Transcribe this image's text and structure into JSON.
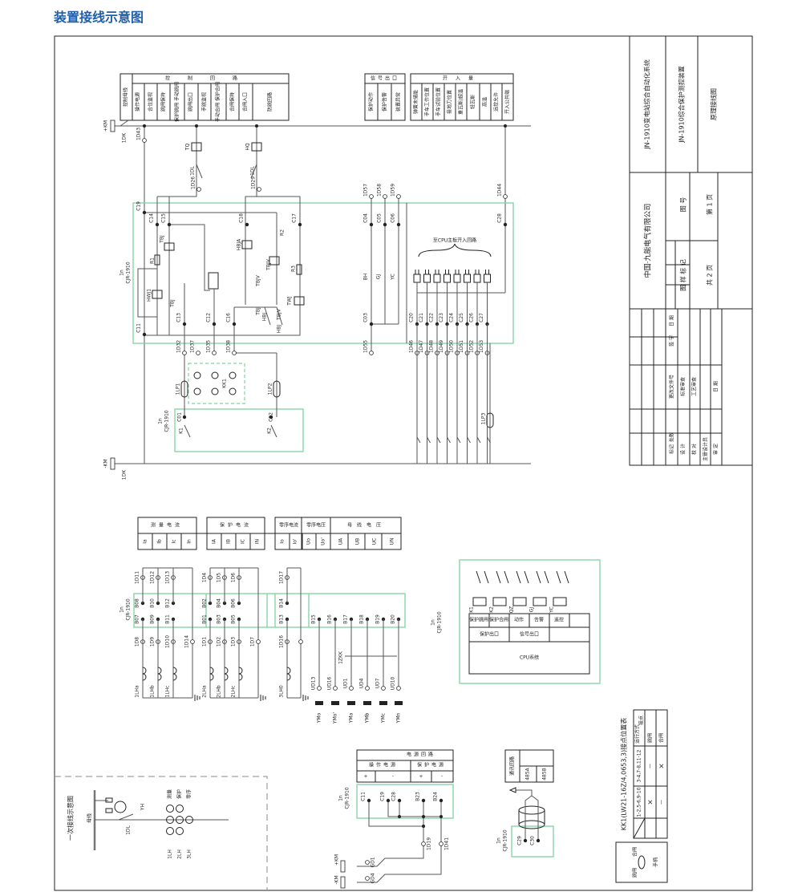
{
  "page_title": "装置接线示意图",
  "title_block": {
    "system": "JN-1910变电站综合自动化系统",
    "device": "JN-1910综合保护测控装置",
    "drawing": "原理接线图",
    "company": "中国·九能电气有限公司",
    "drawing_no_label": "图  号",
    "sample_mark_label": "图 样 标 记",
    "page_current": "第 1 页",
    "page_total": "共 2 页",
    "rev_headers": [
      "标记",
      "处数",
      "更改文件号",
      "签 字",
      "日 期"
    ],
    "roles": [
      "设 计",
      "校 对",
      "主管设计员",
      "审 定"
    ],
    "reviews": [
      "标准审查",
      "工艺审查",
      "日 期"
    ]
  },
  "header_control": {
    "bus_label": "控制母线",
    "group_label": "控制回路",
    "columns": [
      "操作电源",
      "合位监视",
      "跳闸保持",
      "保护跳闸 手动跳闸",
      "跳闸出口",
      "手跳监视",
      "手动合闸 保护合闸",
      "合闸保持",
      "合闸入口",
      "防跳回路"
    ]
  },
  "header_signal": {
    "group_label": "信号出口",
    "columns": [
      "保护动作",
      "保护告警",
      "装置异常"
    ]
  },
  "header_switch": {
    "group_label": "开入量",
    "columns": [
      "弹簧未储能",
      "手车工作位置",
      "手车试验位置",
      "接地刀位置",
      "重瓦斯/超温",
      "轻瓦斯",
      "高温",
      "远控允许",
      "开入公共端"
    ]
  },
  "upper": {
    "bus_pos": "+KM",
    "bus_neg": "-KM",
    "breaker": "1DK",
    "device_label": "1n",
    "device_model": "CJR-1910",
    "cpu_label": "至CPU主板开入回路",
    "terminals_top": [
      "1D43",
      "1D26",
      "1D29",
      "1D57",
      "1D58",
      "1D59",
      "1D44"
    ],
    "terminals_box_top": [
      "C19",
      "C14",
      "C15",
      "C18",
      "C17",
      "C04",
      "C05",
      "C06",
      "C28"
    ],
    "terminals_box_bottom": [
      "C11",
      "C13",
      "C12",
      "C16",
      "C03",
      "C20",
      "C21",
      "C22",
      "C23",
      "C24",
      "C25",
      "C26",
      "C27"
    ],
    "terminals_bottom": [
      "1D32",
      "1D37",
      "1D35",
      "1D38",
      "1D55",
      "1D46",
      "1D47",
      "1D48",
      "1D49",
      "1D50",
      "1D51",
      "1D52",
      "1D53"
    ],
    "components": [
      "TQ",
      "HQ",
      "1DL",
      "1DL",
      "TBJ",
      "R1",
      "HWJ1",
      "TBJ",
      "HBJA",
      "R2",
      "TBJV",
      "TBJV",
      "R3",
      "TWJ",
      "TBJ",
      "TBJV",
      "HBJ",
      "HBJ",
      "BH",
      "GJ",
      "YC"
    ],
    "pressplates": [
      "1LP1",
      "1LP2",
      "KK1",
      "1LP3"
    ],
    "outputs": [
      "C01",
      "C02",
      "K1",
      "K2"
    ]
  },
  "measure_table": {
    "groups": [
      "测量电流",
      "保护电流",
      "零序电流",
      "零序电压",
      "母线电压"
    ],
    "cells": [
      "Ia",
      "Ib",
      "Ic",
      "In",
      "IA",
      "IB",
      "IC",
      "IN",
      "Io",
      "Io'",
      "Uo",
      "Uo'",
      "UA",
      "UB",
      "UC",
      "UN"
    ]
  },
  "measure": {
    "terminals_top": [
      "1D11",
      "1D12",
      "1D13",
      "1D4",
      "1D5",
      "1D6",
      "1D17"
    ],
    "box_row1": [
      "B08",
      "B10",
      "B12",
      "B02",
      "B04",
      "B06",
      "B14"
    ],
    "box_row2": [
      "B07",
      "B09",
      "B11",
      "B01",
      "B03",
      "B05",
      "B13",
      "B15",
      "B16",
      "B17",
      "B18",
      "B19",
      "B20"
    ],
    "terminals_bottom": [
      "1D8",
      "1D9",
      "1D10",
      "1D14",
      "1D1",
      "1D2",
      "1D3",
      "1D7",
      "1D16"
    ],
    "ct_labels": [
      "1LHa",
      "1LHb",
      "1LHc",
      "2LHa",
      "2LHb",
      "2LHc",
      "3LH0"
    ],
    "switch_label": "1ZKK",
    "ud_terminals": [
      "UD13",
      "UD16",
      "UD1",
      "UD4",
      "UD7",
      "UD10"
    ],
    "bus_labels": [
      "YMo",
      "YMo'",
      "YMa",
      "YMb",
      "YMc",
      "YMn"
    ]
  },
  "output_box": {
    "relays": [
      "K1",
      "K2",
      "QZ",
      "GJ",
      "YC"
    ],
    "row1": [
      "保护跳闸",
      "保护合闸",
      "动作",
      "告警",
      "遥控"
    ],
    "row2": [
      "保护出口",
      "信号出口"
    ],
    "cpu": "CPU系统"
  },
  "power": {
    "group_label": "电源回路",
    "sub": [
      "操作电源",
      "保护电源"
    ],
    "signs": [
      "+",
      "-",
      "+",
      "-"
    ],
    "terminals": [
      "C11",
      "C19",
      "C28",
      "B23",
      "B24"
    ],
    "field_terminals": [
      "1D19",
      "1D41",
      "GD1",
      "GD4"
    ],
    "bus": [
      "+KM",
      "-KM"
    ]
  },
  "comm": {
    "group_label": "通讯回路",
    "cells": [
      "485A",
      "485B"
    ],
    "terminals": [
      "C29",
      "C30"
    ]
  },
  "kk1": {
    "title": "KK1(LW21-16Z/4,0653,3)接点位置表",
    "corner_top": "接点",
    "corner_bottom": "运行方式",
    "contacts": [
      "3-4,7-8,11-12",
      "1-2,5-6,9-10"
    ],
    "modes": [
      "跳闸",
      "合闸"
    ],
    "marks": [
      "—",
      "×",
      "×",
      "—"
    ],
    "handle_left": "跳闸",
    "handle_right": "合闸",
    "handle_bottom": "手柄"
  },
  "primary": {
    "title": "一次接线示意图",
    "bus": "母线",
    "breaker": "1DL",
    "vt": "YH",
    "ct_groups": [
      "测量",
      "保护",
      "零序"
    ],
    "ct_labels": [
      "1LH",
      "2LH",
      "3LH"
    ]
  }
}
